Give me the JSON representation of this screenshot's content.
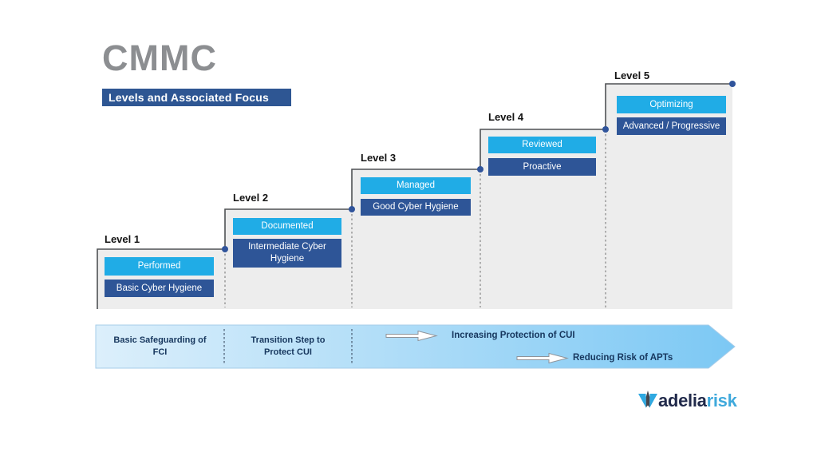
{
  "title": "CMMC",
  "subtitle": "Levels and Associated Focus",
  "levels": [
    {
      "label": "Level 1",
      "maturity": "Performed",
      "focus": "Basic Cyber Hygiene"
    },
    {
      "label": "Level 2",
      "maturity": "Documented",
      "focus": "Intermediate Cyber Hygiene"
    },
    {
      "label": "Level 3",
      "maturity": "Managed",
      "focus": "Good Cyber Hygiene"
    },
    {
      "label": "Level 4",
      "maturity": "Reviewed",
      "focus": "Proactive"
    },
    {
      "label": "Level 5",
      "maturity": "Optimizing",
      "focus": "Advanced / Progressive"
    }
  ],
  "band": {
    "segment1": "Basic Safeguarding of FCI",
    "segment2": "Transition Step to Protect CUI",
    "annotation1": "Increasing Protection of CUI",
    "annotation2": "Reducing Risk of APTs"
  },
  "logo": {
    "part1": "adelia",
    "part2": "risk"
  },
  "colors": {
    "maturity_box": "#20ace6",
    "focus_box": "#2e5597",
    "banner": "#2e5693",
    "title_gray": "#8c8e91",
    "step_line": "#4f5154",
    "step_node": "#30549b",
    "staircase_bg": "#ededed",
    "band_gradient_start": "#dceffb",
    "band_gradient_end": "#7cc8f4",
    "band_text": "#17375e"
  }
}
